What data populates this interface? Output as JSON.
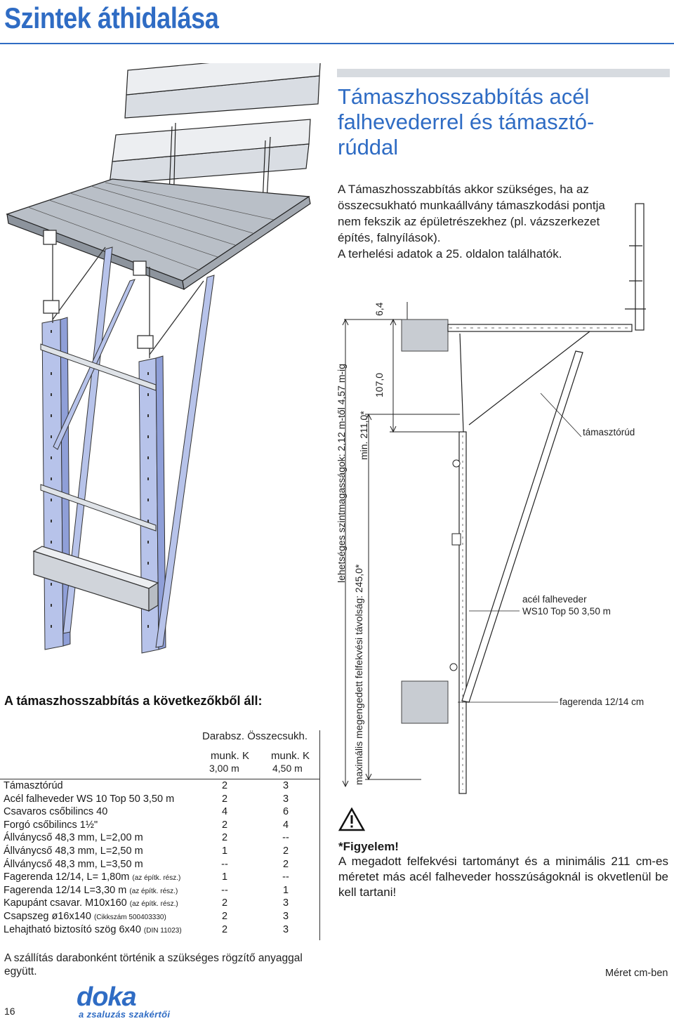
{
  "page_title": "Szintek áthidalása",
  "section": {
    "heading_lines": [
      "Támaszhosszabbítás acél",
      "falhevederrel és támasztó-",
      "rúddal"
    ],
    "intro_lines": [
      "A Támaszhosszabbítás akkor szükséges, ha az",
      "összecsukható munkaállvány támaszkodási pontja",
      "nem fekszik az épületrészekhez (pl. vázszerkezet",
      "építés, falnyílások).",
      "A terhelési adatok a 25. oldalon találhatók."
    ]
  },
  "drawing": {
    "dims": {
      "d1": "6,4",
      "d2": "107,0",
      "d3": "min. 211,0*",
      "d4": "lehetséges szintmagasságok: 2,12 m-től 4,57 m-ig",
      "d5": "maximális megengedett felfekvési távolság: 245,0*"
    },
    "labels": {
      "prop": "támasztórúd",
      "waler_1": "acél falheveder",
      "waler_2": "WS10 Top 50 3,50 m",
      "beam": "fagerenda 12/14 cm"
    }
  },
  "parts": {
    "title": "A támaszhosszabbítás a következőkből áll:",
    "col_group": "Darabsz. Összecsukh.",
    "col1": [
      "munk. K",
      "3,00 m"
    ],
    "col2": [
      "munk. K",
      "4,50 m"
    ],
    "rows": [
      {
        "name": "Támasztórúd",
        "note": "",
        "q1": "2",
        "q2": "3"
      },
      {
        "name": "Acél falheveder WS 10 Top 50 3,50 m",
        "note": "",
        "q1": "2",
        "q2": "3"
      },
      {
        "name": "Csavaros csőbilincs 40",
        "note": "",
        "q1": "4",
        "q2": "6"
      },
      {
        "name": "Forgó csőbilincs 1½\"",
        "note": "",
        "q1": "2",
        "q2": "4"
      },
      {
        "name": "Állványcső 48,3 mm, L=2,00 m",
        "note": "",
        "q1": "2",
        "q2": "--"
      },
      {
        "name": "Állványcső 48,3 mm, L=2,50 m",
        "note": "",
        "q1": "1",
        "q2": "2"
      },
      {
        "name": "Állványcső 48,3 mm, L=3,50 m",
        "note": "",
        "q1": "--",
        "q2": "2"
      },
      {
        "name": "Fagerenda 12/14, L= 1,80m",
        "note": "(az építk. rész.)",
        "q1": "1",
        "q2": "--"
      },
      {
        "name": "Fagerenda 12/14 L=3,30 m",
        "note": "(az építk. rész.)",
        "q1": "--",
        "q2": "1"
      },
      {
        "name": "Kapupánt csavar. M10x160",
        "note": "(az építk. rész.)",
        "q1": "2",
        "q2": "3"
      },
      {
        "name": "Csapszeg ø16x140",
        "note": "(Cikkszám 500403330)",
        "q1": "2",
        "q2": "3"
      },
      {
        "name": "Lehajtható biztosító szög 6x40",
        "note": "(DIN 11023)",
        "q1": "2",
        "q2": "3"
      }
    ]
  },
  "warning": {
    "title": "*Figyelem!",
    "text": "A megadott felfekvési tartományt és a minimális 211 cm-es méretet más acél falheveder hosszúságoknál is okvetlenül be kell tartani!"
  },
  "footnote": "A szállítás darabonként történik a szükséges rögzítő anyaggal együtt.",
  "units": "Méret cm-ben",
  "page_number": "16",
  "logo": {
    "word": "doka",
    "slogan": "a zsaluzás szakértői",
    "color": "#2f6cc4"
  }
}
